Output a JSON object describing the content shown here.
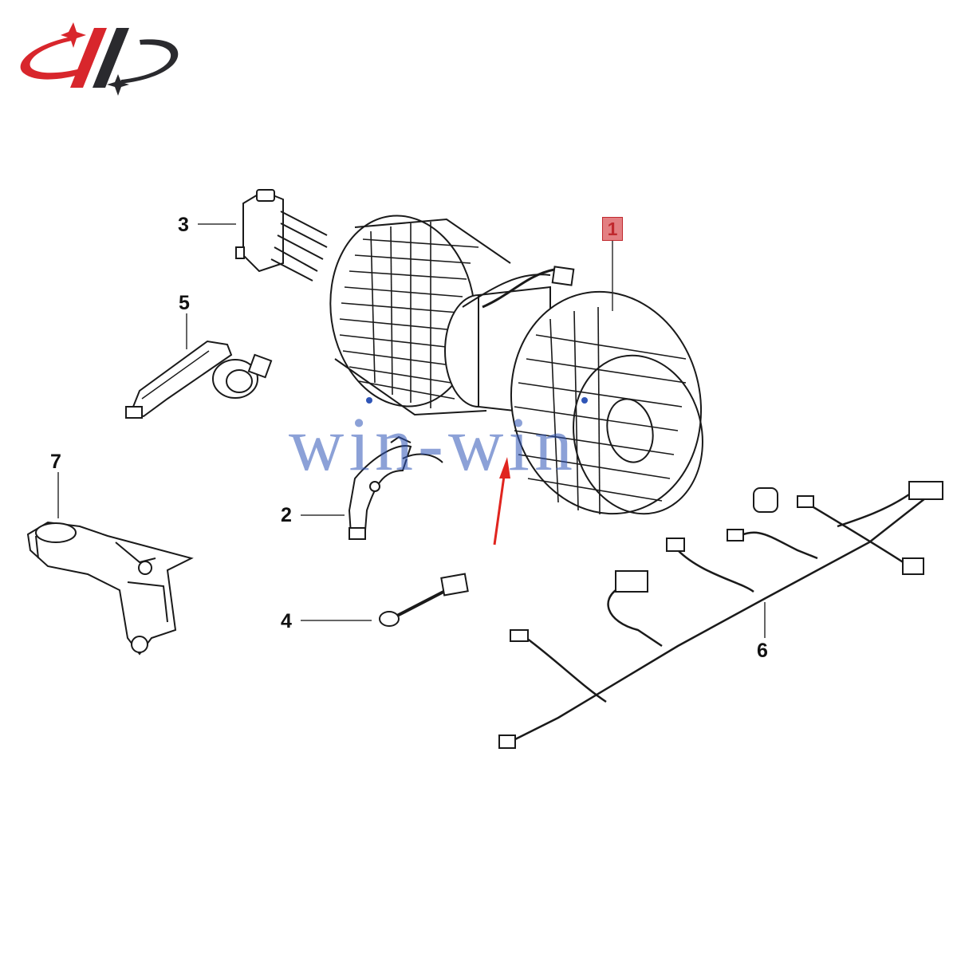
{
  "brand": {
    "logo_name": "win-win-logo",
    "colors": {
      "red": "#d8262c",
      "dark": "#2a2a2e"
    }
  },
  "watermark": {
    "text": "win-win",
    "color": "#2f55b7"
  },
  "callouts": {
    "part_1": "1",
    "part_2": "2",
    "part_3": "3",
    "part_4": "4",
    "part_5": "5",
    "part_6": "6",
    "part_7": "7"
  },
  "highlight": {
    "highlighted_callout": "1",
    "color": "#e37f82"
  },
  "arrow": {
    "color": "#e0251f"
  },
  "parts": [
    {
      "callout": "1",
      "icon": "blower-motor-fan-drawing"
    },
    {
      "callout": "2",
      "icon": "clamp-bracket-drawing"
    },
    {
      "callout": "3",
      "icon": "resistor-connector-drawing"
    },
    {
      "callout": "4",
      "icon": "sensor-probe-drawing"
    },
    {
      "callout": "5",
      "icon": "actuator-motor-drawing"
    },
    {
      "callout": "6",
      "icon": "wiring-harness-drawing"
    },
    {
      "callout": "7",
      "icon": "flap-housing-drawing"
    }
  ]
}
